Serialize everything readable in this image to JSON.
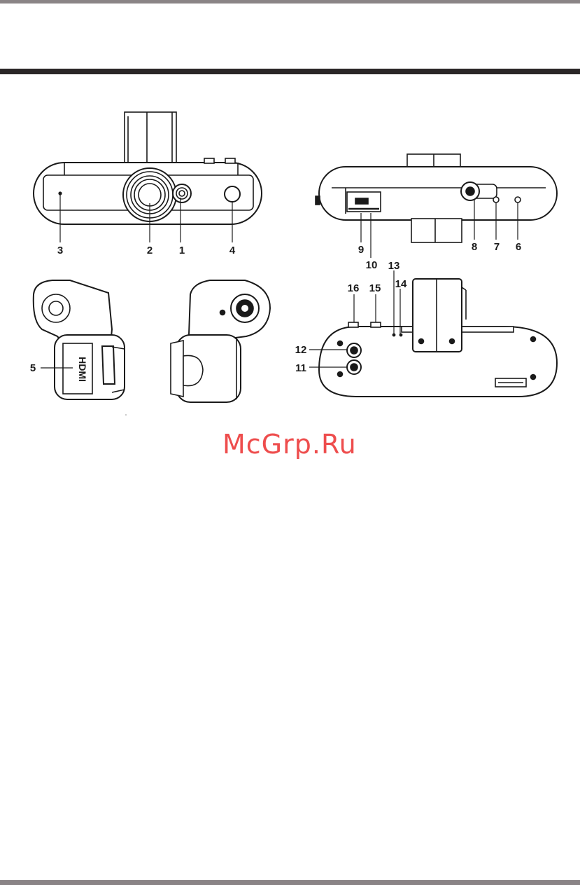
{
  "callouts": {
    "c1": "1",
    "c2": "2",
    "c3": "3",
    "c4": "4",
    "c5": "5",
    "c6": "6",
    "c7": "7",
    "c8": "8",
    "c9": "9",
    "c10": "10",
    "c11": "11",
    "c12": "12",
    "c13": "13",
    "c14": "14",
    "c15": "15",
    "c16": "16"
  },
  "device_label": "HDMI",
  "watermark": "McGrp.Ru"
}
